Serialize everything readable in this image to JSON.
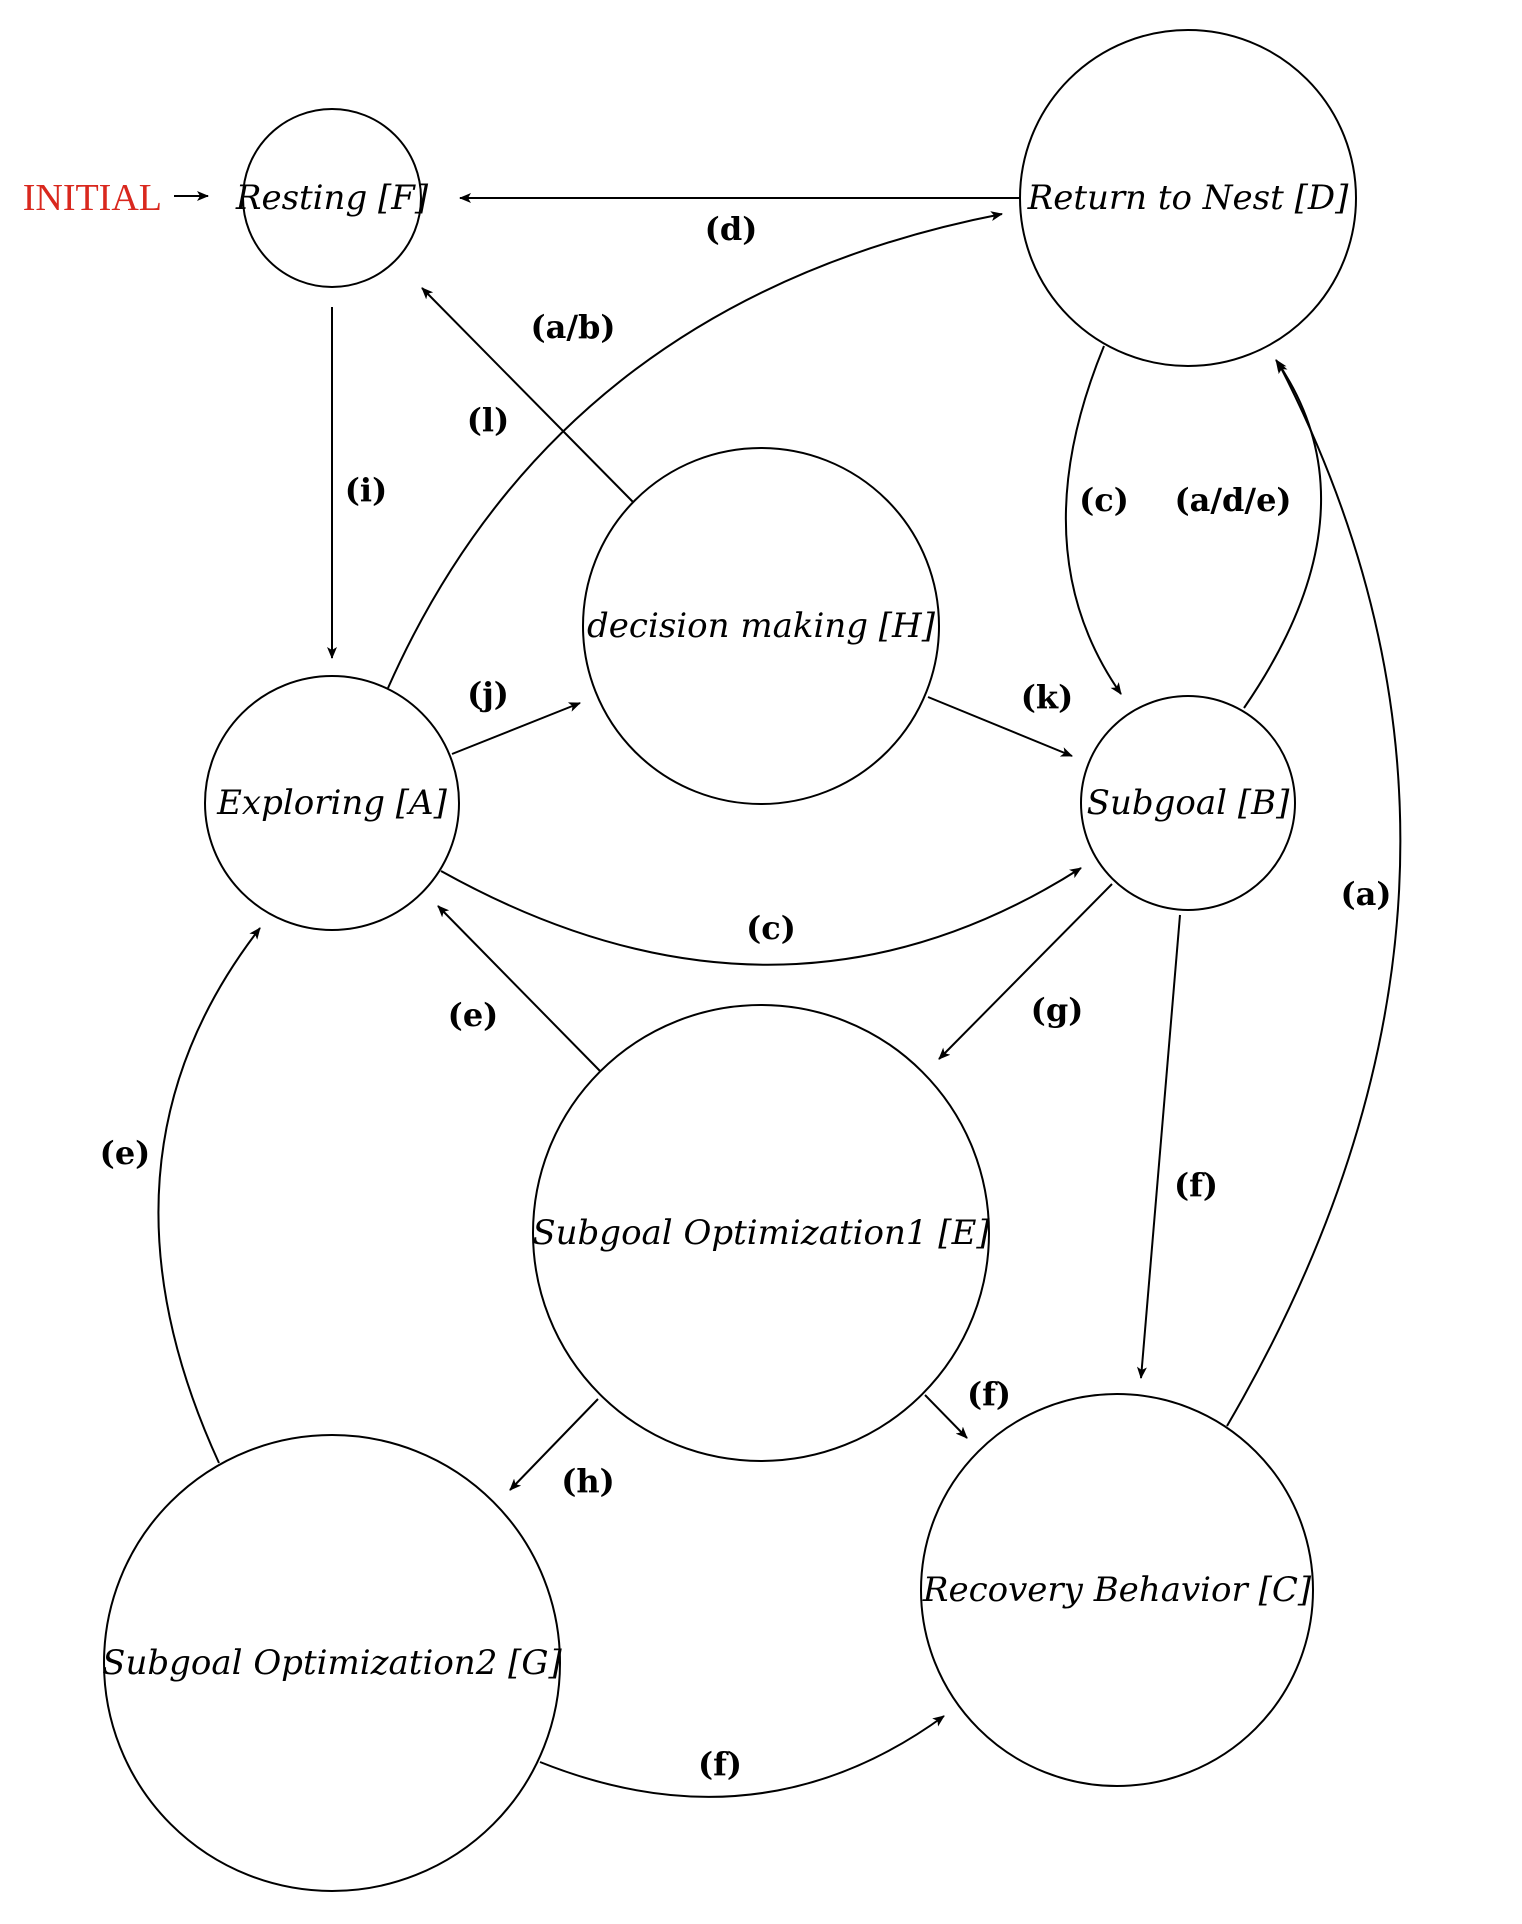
{
  "initial": {
    "label": "INITIAL",
    "color": "#d9281e"
  },
  "nodes": {
    "F": "Resting [F]",
    "D": "Return to Nest [D]",
    "H": "decision making [H]",
    "A": "Exploring [A]",
    "B": "Subgoal [B]",
    "E": "Subgoal Optimization1 [E]",
    "C": "Recovery Behavior [C]",
    "G": "Subgoal Optimization2 [G]"
  },
  "edges": {
    "D_F": "(d)",
    "A_D": "(a/b)",
    "H_F": "(l)",
    "F_A": "(i)",
    "D_B": "(c)",
    "B_D": "(a/d/e)",
    "A_H": "(j)",
    "H_B": "(k)",
    "A_B": "(c)",
    "C_D": "(a)",
    "E_A": "(e)",
    "B_E": "(g)",
    "G_A": "(e)",
    "B_C": "(f)",
    "E_C": "(f)",
    "E_G": "(h)",
    "G_C": "(f)"
  }
}
